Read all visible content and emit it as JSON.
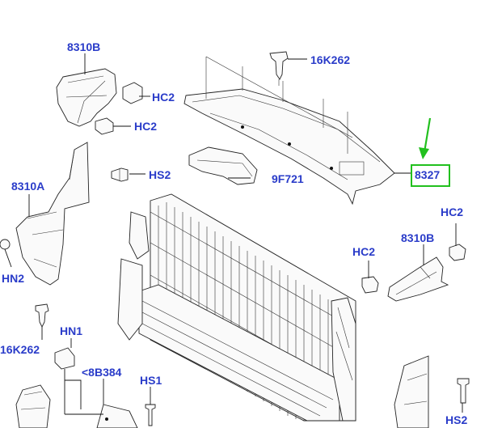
{
  "colors": {
    "label": "#2a3cc9",
    "highlight_box": "#22c01e",
    "arrow": "#22c01e",
    "lines": "#222222"
  },
  "labels": {
    "8310B_top": "8310B",
    "16K262_top": "16K262",
    "HC2_a": "HC2",
    "HC2_b": "HC2",
    "HS2_left": "HS2",
    "9F721": "9F721",
    "8327": "8327",
    "8310A": "8310A",
    "HC2_right": "HC2",
    "8310B_right": "8310B",
    "HC2_mid": "HC2",
    "HN2": "HN2",
    "16K262_left": "16K262",
    "HN1": "HN1",
    "8B384": "<8B384",
    "HS1": "HS1",
    "HS2_bottom": "HS2"
  },
  "highlighted_part": "8327"
}
